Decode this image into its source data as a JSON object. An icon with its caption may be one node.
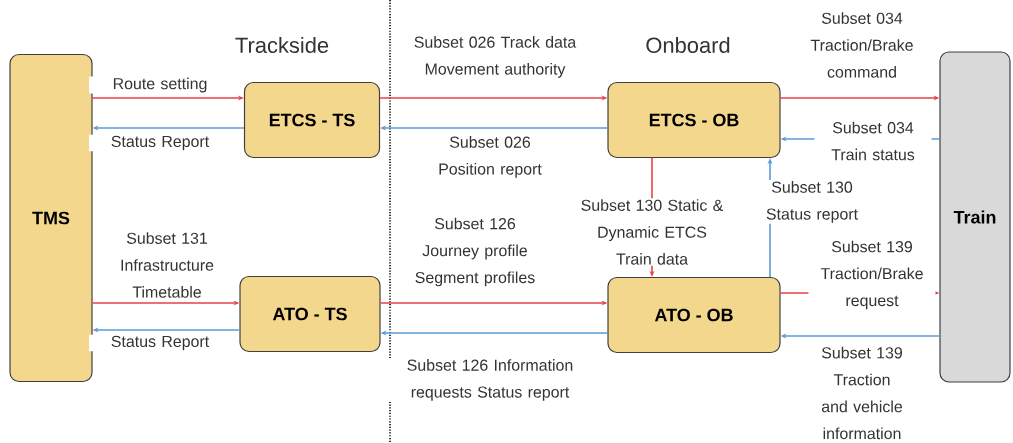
{
  "diagram": {
    "nodes": [
      {
        "text": [
          "TMS"
        ]
      },
      {
        "text": [
          "ETCS - TS"
        ]
      },
      {
        "text": [
          "ATO - TS"
        ]
      },
      {
        "text": [
          "ETCS - OB"
        ]
      },
      {
        "text": [
          "ATO - OB"
        ]
      },
      {
        "text": [
          "Train"
        ]
      }
    ],
    "edges": [
      {
        "from": 0,
        "to": 1,
        "arrow": "to",
        "label": "Route setting",
        "color": "#e8404a"
      },
      {
        "from": 1,
        "to": 0,
        "arrow": "to",
        "label": "Status Report",
        "color": "#5b9bd5"
      },
      {
        "from": 1,
        "to": 3,
        "arrow": "to",
        "label": "Subset 026 Track data Movement authority",
        "color": "#e8404a"
      },
      {
        "from": 3,
        "to": 1,
        "arrow": "to",
        "label": "Subset 026 Position report",
        "color": "#5b9bd5"
      },
      {
        "from": 3,
        "to": 5,
        "arrow": "to",
        "label": "Subset 034 Traction/Brake command",
        "color": "#e8404a"
      },
      {
        "from": 5,
        "to": 3,
        "arrow": "to",
        "label": "Subset 034 Train status",
        "color": "#5b9bd5"
      },
      {
        "from": 3,
        "to": 4,
        "arrow": "to",
        "label": "Subset 130 Static & Dynamic ETCS Train data",
        "color": "#e8404a"
      },
      {
        "from": 4,
        "to": 3,
        "arrow": "to",
        "label": "Subset 130 Status report",
        "color": "#5b9bd5"
      },
      {
        "from": 0,
        "to": 2,
        "arrow": "to",
        "label": "Subset 131 Infrastructure Timetable",
        "color": "#e8404a"
      },
      {
        "from": 2,
        "to": 0,
        "arrow": "to",
        "label": "Status Report",
        "color": "#5b9bd5"
      },
      {
        "from": 2,
        "to": 4,
        "arrow": "to",
        "label": "Subset 126 Journey profile Segment profiles",
        "color": "#e8404a"
      },
      {
        "from": 4,
        "to": 2,
        "arrow": "to",
        "label": "Subset 126 Information requests Status report",
        "color": "#5b9bd5"
      },
      {
        "from": 4,
        "to": 5,
        "arrow": "to",
        "label": "Subset 139 Traction/Brake request",
        "color": "#e8404a"
      },
      {
        "from": 5,
        "to": 4,
        "arrow": "to",
        "label": "Subset 139 Traction and vehicle information",
        "color": "#5b9bd5"
      }
    ],
    "labels": [
      "Trackside",
      "Onboard"
    ]
  }
}
